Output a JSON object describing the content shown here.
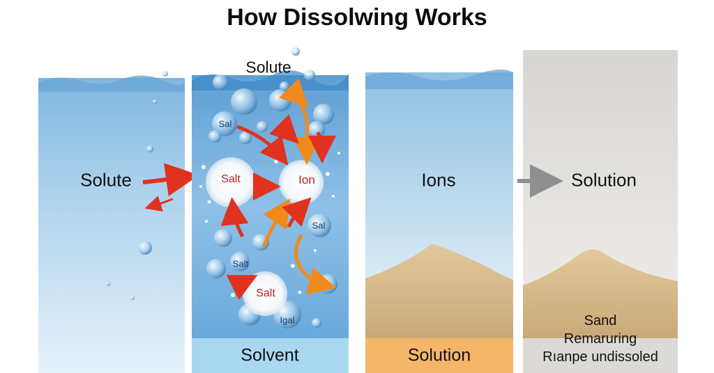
{
  "title": "How Dissolwing Works",
  "panels": {
    "p1": {
      "label": "Solute"
    },
    "p2": {
      "top_label": "Solute",
      "bottom_label": "Solvent"
    },
    "p3": {
      "label": "Ions",
      "bottom_label": "Solution"
    },
    "p4": {
      "label": "Solution",
      "sand_lines": [
        "Sand",
        "Remaruring",
        "Rıanpe undissoled"
      ]
    }
  },
  "particles": {
    "salt_main": "Salt",
    "salt_lower": "Salt",
    "ion": "Ion",
    "sal_top": "Sal",
    "sal_right": "Sal",
    "salt_small": "Salt",
    "igal": "Igal"
  },
  "colors": {
    "water_top": "#8fc3e6",
    "water_bottom": "#e9f4fb",
    "solvent_bar": "#a9d7f0",
    "solution_bar": "#f5b66a",
    "arrow_red": "#e0321f",
    "arrow_orange": "#f08a1c",
    "sand": "#d9bd8c"
  },
  "icons": [
    "arrow-icon",
    "bubble-icon",
    "salt-crystal-icon",
    "sand-pile-icon"
  ]
}
